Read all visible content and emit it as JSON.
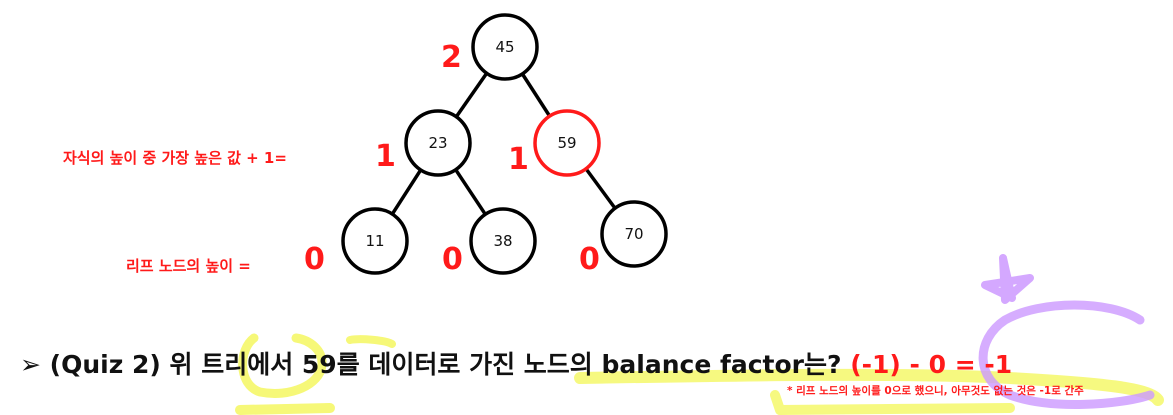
{
  "tree": {
    "nodes": [
      {
        "id": "n45",
        "label": "45",
        "highlight": false
      },
      {
        "id": "n23",
        "label": "23",
        "highlight": false
      },
      {
        "id": "n59",
        "label": "59",
        "highlight": true
      },
      {
        "id": "n11",
        "label": "11",
        "highlight": false
      },
      {
        "id": "n38",
        "label": "38",
        "highlight": false
      },
      {
        "id": "n70",
        "label": "70",
        "highlight": false
      }
    ],
    "edges": [
      [
        "n45",
        "n23"
      ],
      [
        "n45",
        "n59"
      ],
      [
        "n23",
        "n11"
      ],
      [
        "n23",
        "n38"
      ],
      [
        "n59",
        "n70"
      ]
    ]
  },
  "annotations": {
    "root_height": "2",
    "internal_rule": "자식의 높이 중 가장 높은 값 + 1=",
    "n23_height": "1",
    "n59_height": "1",
    "leaf_rule": "리프 노드의 높이 =",
    "n11_height": "0",
    "n38_height": "0",
    "n70_height": "0"
  },
  "quiz": {
    "bullet": "➢",
    "question": "(Quiz 2) 위 트리에서 59를 데이터로 가진 노드의 balance factor는?",
    "answer": "(-1) - 0 = -1"
  },
  "footnote": "* 리프 노드의 높이를 0으로 했으니, 아무것도 없는 것은 -1로 간주",
  "colors": {
    "accent_red": "#ff1a1a",
    "highlighter_yellow": "#f4f760",
    "scribble_purple": "#cc99ff",
    "stroke": "#000000"
  }
}
